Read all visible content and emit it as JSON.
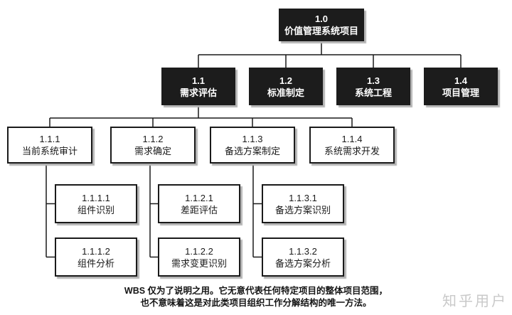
{
  "diagram": {
    "type": "work-breakdown-structure",
    "root": {
      "code": "1.0",
      "label": "价值管理系统项目"
    },
    "level2": [
      {
        "code": "1.1",
        "label": "需求评估"
      },
      {
        "code": "1.2",
        "label": "标准制定"
      },
      {
        "code": "1.3",
        "label": "系统工程"
      },
      {
        "code": "1.4",
        "label": "项目管理"
      }
    ],
    "level3": [
      {
        "code": "1.1.1",
        "label": "当前系统审计"
      },
      {
        "code": "1.1.2",
        "label": "需求确定"
      },
      {
        "code": "1.1.3",
        "label": "备选方案制定"
      },
      {
        "code": "1.1.4",
        "label": "系统需求开发"
      }
    ],
    "level4": [
      {
        "code": "1.1.1.1",
        "label": "组件识别"
      },
      {
        "code": "1.1.2.1",
        "label": "差距评估"
      },
      {
        "code": "1.1.3.1",
        "label": "备选方案识别"
      },
      {
        "code": "1.1.1.2",
        "label": "组件分析"
      },
      {
        "code": "1.1.2.2",
        "label": "需求变更识别"
      },
      {
        "code": "1.1.3.2",
        "label": "备选方案分析"
      }
    ]
  },
  "caption": {
    "line1": "WBS 仅为了说明之用。它无意代表任何特定项目的整体项目范围，",
    "line2": "也不意味着这是对此类项目组织工作分解结构的唯一方法。"
  },
  "watermark": "知乎用户",
  "colors": {
    "box_dark": "#1c1c1c",
    "box_light": "#ffffff",
    "border": "#1a1a1a",
    "shadow": "#b3b3b3",
    "line": "#1a1a1a",
    "watermark": "#c9c9c9"
  }
}
